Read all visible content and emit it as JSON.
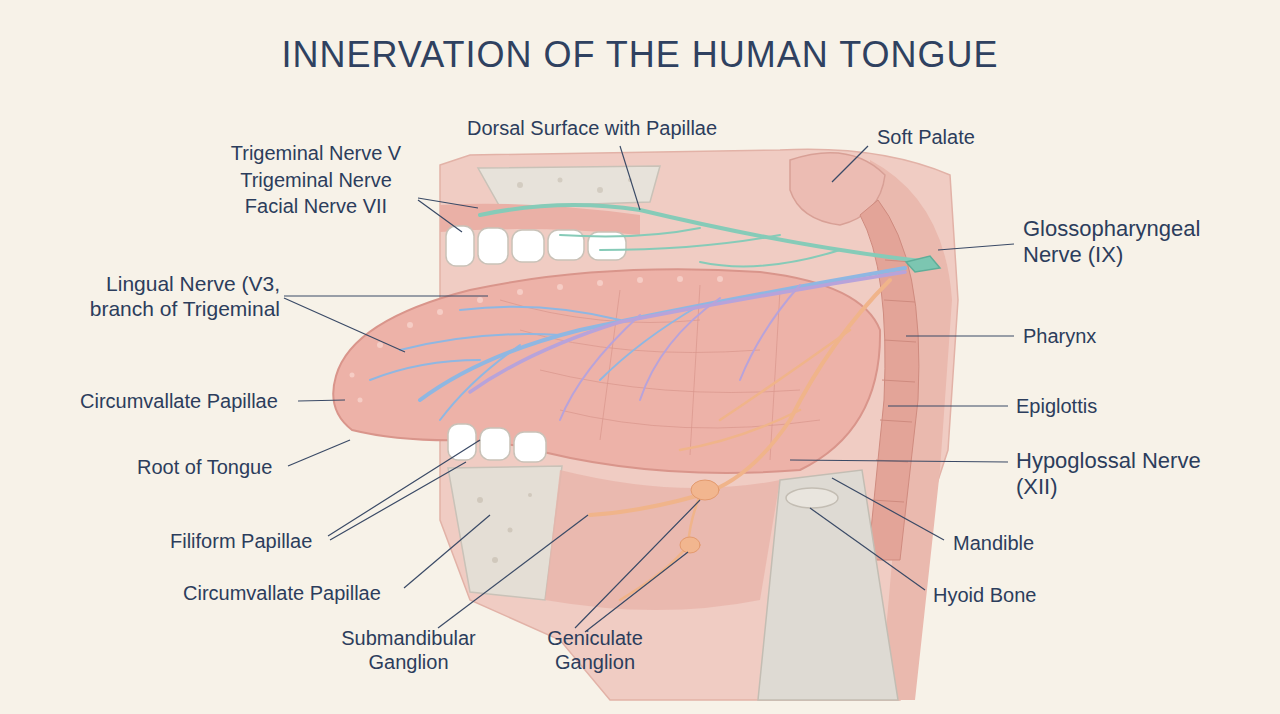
{
  "diagram": {
    "title": "INNERVATION OF THE HUMAN TONGUE",
    "labels": [
      "Dorsal Surface with Papillae",
      "Soft Palate",
      "Trigeminal Nerve V",
      "Trigeminal Nerve",
      "Facial Nerve VII",
      "Glossopharyngeal Nerve (IX)",
      "Lingual Nerve (V3, branch of Trigeminal",
      "Pharynx",
      "Circumvallate Papillae",
      "Epiglottis",
      "Root of Tongue",
      "Hypoglossal Nerve (XII)",
      "Filiform Papillae",
      "Mandible",
      "Circumvallate Papillae",
      "Hyoid Bone",
      "Submandibular Ganglion",
      "Geniculate Ganglion"
    ]
  }
}
